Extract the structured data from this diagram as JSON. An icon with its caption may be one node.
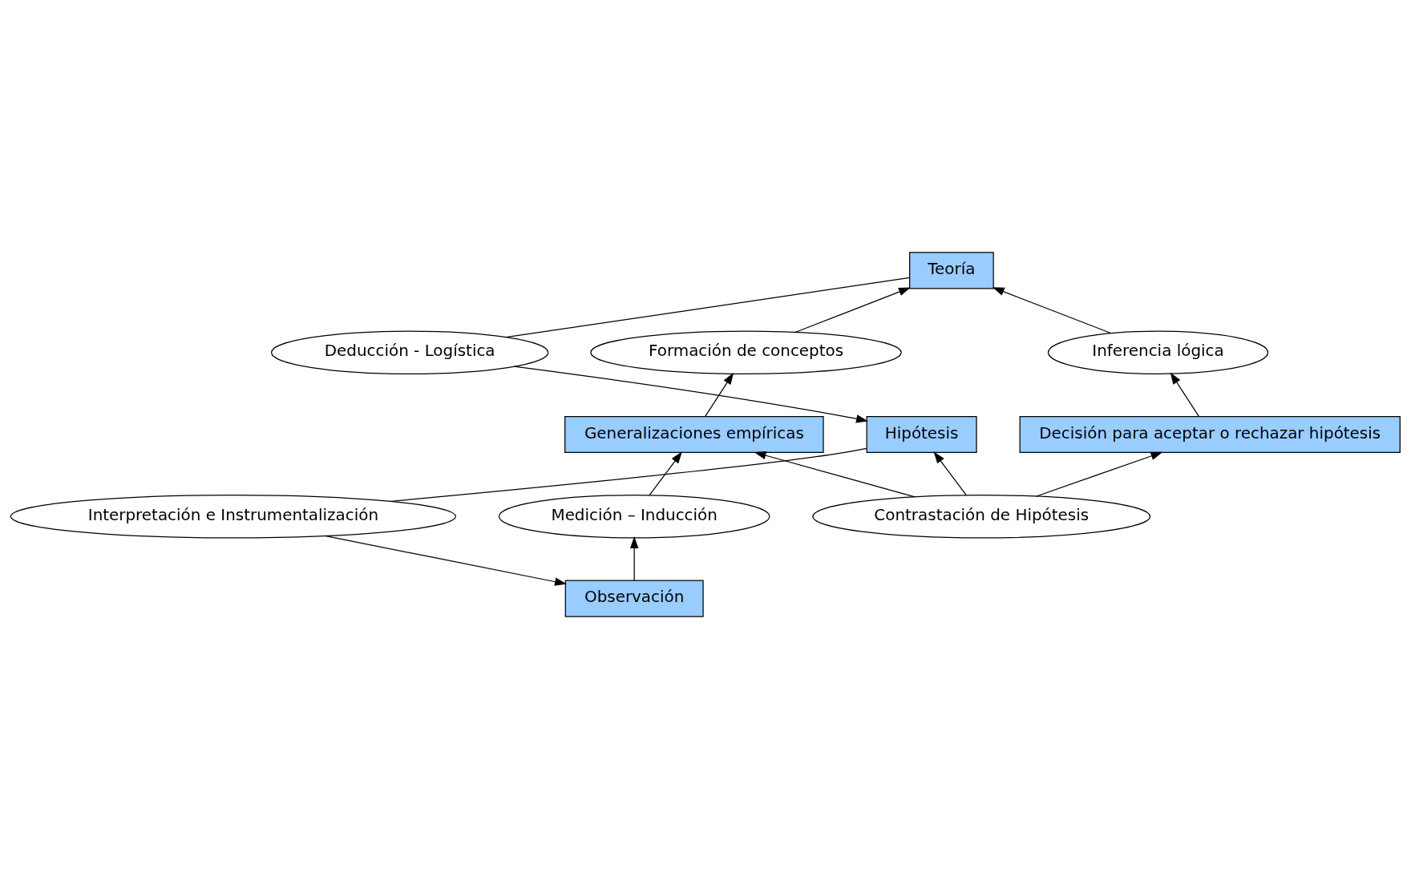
{
  "diagram": {
    "nodes": [
      {
        "text": [
          "Teoría"
        ]
      },
      {
        "text": [
          "Formación de conceptos"
        ]
      },
      {
        "text": [
          "Inferencia lógica"
        ]
      },
      {
        "text": [
          "Deducción - Logística"
        ]
      },
      {
        "text": [
          "Generalizaciones empíricas"
        ]
      },
      {
        "text": [
          "Decisión para aceptar o rechazar hipótesis"
        ]
      },
      {
        "text": [
          "Hipótesis"
        ]
      },
      {
        "text": [
          "Medición – Inducción"
        ]
      },
      {
        "text": [
          "Contrastación de Hipótesis"
        ]
      },
      {
        "text": [
          "Interpretación e Instrumentalización"
        ]
      },
      {
        "text": [
          "Observación"
        ]
      }
    ],
    "edges": [
      {
        "from": 0,
        "to": 3,
        "arrow": "none"
      },
      {
        "from": 3,
        "to": 6,
        "arrow": "to"
      },
      {
        "from": 6,
        "to": 9,
        "arrow": "none"
      },
      {
        "from": 9,
        "to": 10,
        "arrow": "to"
      },
      {
        "from": 10,
        "to": 7,
        "arrow": "to"
      },
      {
        "from": 7,
        "to": 4,
        "arrow": "to"
      },
      {
        "from": 4,
        "to": 1,
        "arrow": "to"
      },
      {
        "from": 1,
        "to": 0,
        "arrow": "to"
      },
      {
        "from": 8,
        "to": 5,
        "arrow": "to"
      },
      {
        "from": 5,
        "to": 2,
        "arrow": "to"
      },
      {
        "from": 2,
        "to": 0,
        "arrow": "to"
      },
      {
        "from": 8,
        "to": 4,
        "arrow": "to"
      },
      {
        "from": 8,
        "to": 6,
        "arrow": "to"
      }
    ]
  }
}
